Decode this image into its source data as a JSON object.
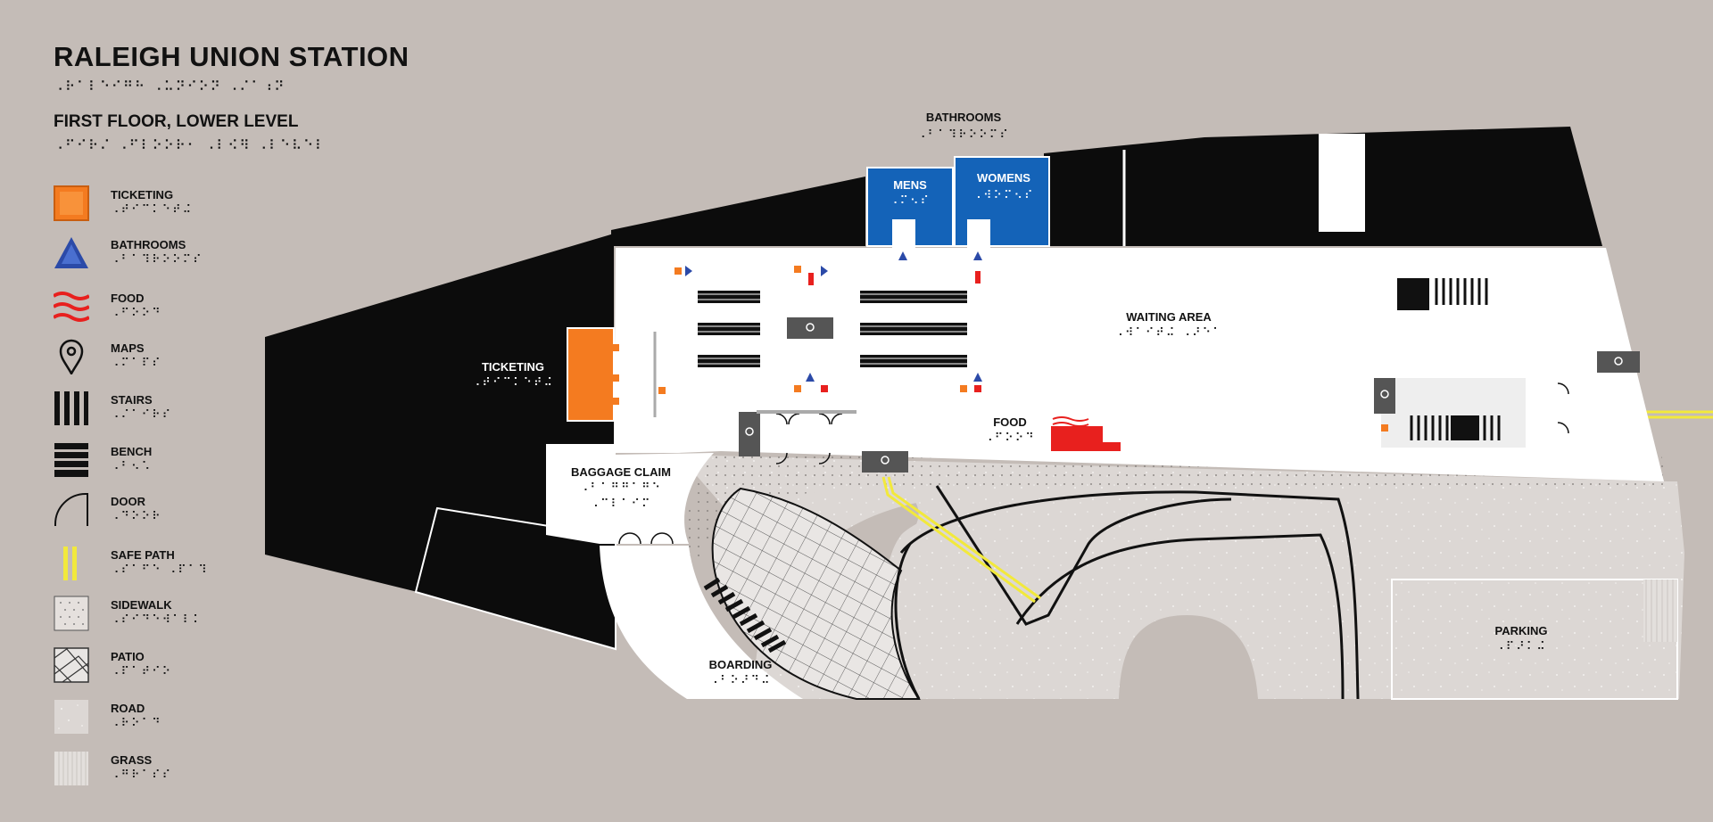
{
  "header": {
    "title": "RALEIGH UNION STATION",
    "title_braille": "⠠⠗⠁⠇⠑⠊⠛⠓ ⠠⠥⠝⠊⠕⠝ ⠠⠌⠁⠰⠝",
    "subtitle": "FIRST FLOOR, LOWER LEVEL",
    "subtitle_braille": "⠠⠋⠊⠗⠌ ⠠⠋⠇⠕⠕⠗⠂ ⠠⠇⠪⠻ ⠠⠇⠑⠧⠑⠇"
  },
  "legend": [
    {
      "label": "TICKETING",
      "braille": "⠠⠞⠊⠉⠅⠑⠞⠬",
      "icon": "ticketing-icon"
    },
    {
      "label": "BATHROOMS",
      "braille": "⠠⠃⠁⠹⠗⠕⠕⠍⠎",
      "icon": "bathrooms-icon"
    },
    {
      "label": "FOOD",
      "braille": "⠠⠋⠕⠕⠙",
      "icon": "food-icon"
    },
    {
      "label": "MAPS",
      "braille": "⠠⠍⠁⠏⠎",
      "icon": "map-pin-icon"
    },
    {
      "label": "STAIRS",
      "braille": "⠠⠌⠁⠊⠗⠎",
      "icon": "stairs-icon"
    },
    {
      "label": "BENCH",
      "braille": "⠠⠃⠢⠡",
      "icon": "bench-icon"
    },
    {
      "label": "DOOR",
      "braille": "⠠⠙⠕⠕⠗",
      "icon": "door-icon"
    },
    {
      "label": "SAFE PATH",
      "braille": "⠠⠎⠁⠋⠑ ⠠⠏⠁⠹",
      "icon": "safe-path-icon"
    },
    {
      "label": "SIDEWALK",
      "braille": "⠠⠎⠊⠙⠑⠺⠁⠇⠅",
      "icon": "sidewalk-icon"
    },
    {
      "label": "PATIO",
      "braille": "⠠⠏⠁⠞⠊⠕",
      "icon": "patio-icon"
    },
    {
      "label": "ROAD",
      "braille": "⠠⠗⠕⠁⠙",
      "icon": "road-icon"
    },
    {
      "label": "GRASS",
      "braille": "⠠⠛⠗⠁⠎⠎",
      "icon": "grass-icon"
    }
  ],
  "map": {
    "bathrooms": {
      "label": "BATHROOMS",
      "braille": "⠠⠃⠁⠹⠗⠕⠕⠍⠎"
    },
    "mens": {
      "label": "MENS",
      "braille": "⠠⠍⠢⠎"
    },
    "womens": {
      "label": "WOMENS",
      "braille": "⠠⠺⠕⠍⠢⠎"
    },
    "ticketing": {
      "label": "TICKETING",
      "braille": "⠠⠞⠊⠉⠅⠑⠞⠬"
    },
    "waiting_area": {
      "label": "WAITING AREA",
      "braille": "⠠⠺⠁⠊⠞⠬ ⠠⠜⠑⠁"
    },
    "food": {
      "label": "FOOD",
      "braille": "⠠⠋⠕⠕⠙"
    },
    "baggage_claim": {
      "label": "BAGGAGE CLAIM",
      "braille": "⠠⠃⠁⠛⠛⠁⠛⠑",
      "braille2": "⠠⠉⠇⠁⠊⠍"
    },
    "boarding": {
      "label": "BOARDING",
      "braille": "⠠⠃⠕⠜⠙⠬"
    },
    "parking": {
      "label": "PARKING",
      "braille": "⠠⠏⠜⠅⠬"
    }
  },
  "colors": {
    "background": "#c4bcb7",
    "building": "#0c0c0c",
    "floor": "#ffffff",
    "ticketing": "#f47b20",
    "bathrooms": "#1463b8",
    "food": "#e8201e",
    "safe_path": "#f2e93c",
    "road": "#dcd7d4",
    "sidewalk": "#e5e0dd"
  }
}
